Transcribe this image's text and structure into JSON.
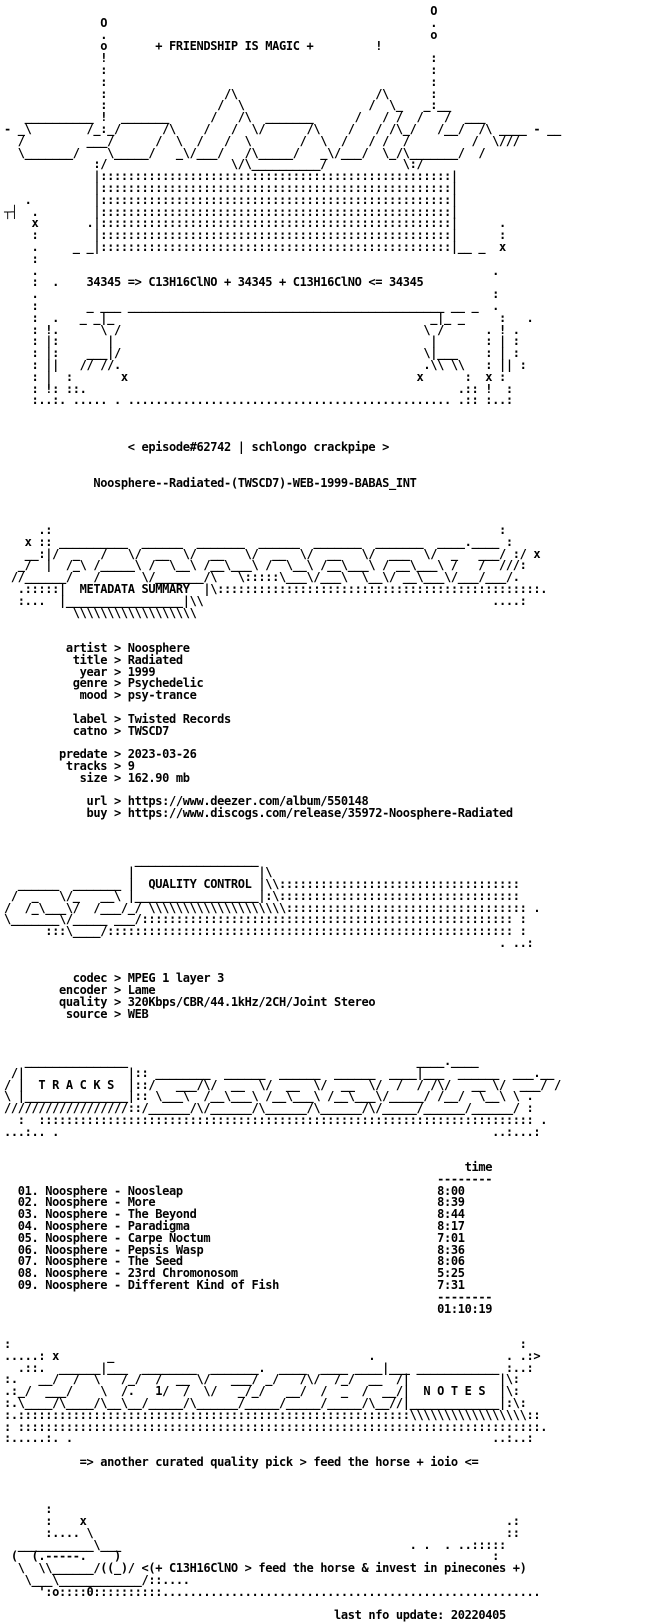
{
  "banner_title": "+ FRIENDSHIP IS MAGIC +",
  "formula_line": "34345 => C13H16ClNO + 34345 + C13H16ClNO <= 34345",
  "episode_line": "< episode#62742 | schlongo crackpipe >",
  "release_name": "Noosphere--Radiated-(TWSCD7)-WEB-1999-BABAS_INT",
  "sections": {
    "metadata": "METADATA SUMMARY",
    "quality": "QUALITY CONTROL",
    "tracks": "T R A C K S",
    "notes": "N O T E S"
  },
  "metadata": {
    "artist": "Noosphere",
    "title": "Radiated",
    "year": "1999",
    "genre": "Psychedelic",
    "mood": "psy-trance",
    "label": "Twisted Records",
    "catno": "TWSCD7",
    "predate": "2023-03-26",
    "tracks": "9",
    "size": "162.90 mb",
    "url": "https://www.deezer.com/album/550148",
    "buy": "https://www.discogs.com/release/35972-Noosphere-Radiated"
  },
  "quality": {
    "codec": "MPEG 1 layer 3",
    "encoder": "Lame",
    "quality": "320Kbps/CBR/44.1kHz/2CH/Joint Stereo",
    "source": "WEB"
  },
  "tracklist": {
    "time_header": "time",
    "items": [
      {
        "num": "01.",
        "artist": "Noosphere",
        "title": "Noosleap",
        "time": "8:00"
      },
      {
        "num": "02.",
        "artist": "Noosphere",
        "title": "More",
        "time": "8:39"
      },
      {
        "num": "03.",
        "artist": "Noosphere",
        "title": "The Beyond",
        "time": "8:44"
      },
      {
        "num": "04.",
        "artist": "Noosphere",
        "title": "Paradigma",
        "time": "8:17"
      },
      {
        "num": "05.",
        "artist": "Noosphere",
        "title": "Carpe Noctum",
        "time": "7:01"
      },
      {
        "num": "06.",
        "artist": "Noosphere",
        "title": "Pepsis Wasp",
        "time": "8:36"
      },
      {
        "num": "07.",
        "artist": "Noosphere",
        "title": "The Seed",
        "time": "8:06"
      },
      {
        "num": "08.",
        "artist": "Noosphere",
        "title": "23rd Chromonosom",
        "time": "5:25"
      },
      {
        "num": "09.",
        "artist": "Noosphere",
        "title": "Different Kind of Fish",
        "time": "7:31"
      }
    ],
    "total": "01:10:19"
  },
  "notes_line": "=> another curated quality pick > feed the horse + ioio <=",
  "footer_line": "<(+ C13H16ClNO > feed the horse & invest in pinecones +)",
  "last_update": "last nfo update: 20220405"
}
